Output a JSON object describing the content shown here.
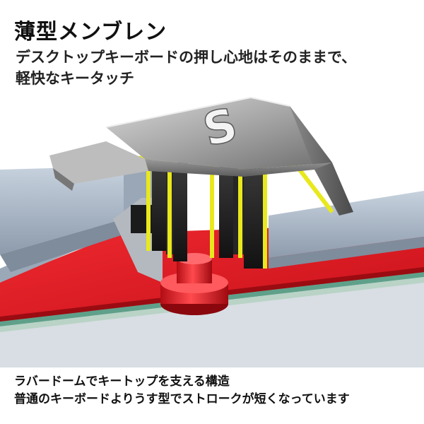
{
  "header": {
    "title": "薄型メンブレン",
    "subtitle_line1": "デスクトップキーボードの押し心地はそのままで、",
    "subtitle_line2": "軽快なキータッチ"
  },
  "diagram": {
    "key_letter": "S",
    "colors": {
      "membrane_red": "#e3101d",
      "plunger_yellow": "#e8e81c",
      "keycap_gray": "#8c8c8c",
      "frame_blue_gray": "#a9b6c6",
      "base_green": "#5fa08a"
    }
  },
  "caption": {
    "line1": "ラバードームでキートップを支える構造",
    "line2": "普通のキーボードよりうす型でストロークが短くなっています"
  }
}
